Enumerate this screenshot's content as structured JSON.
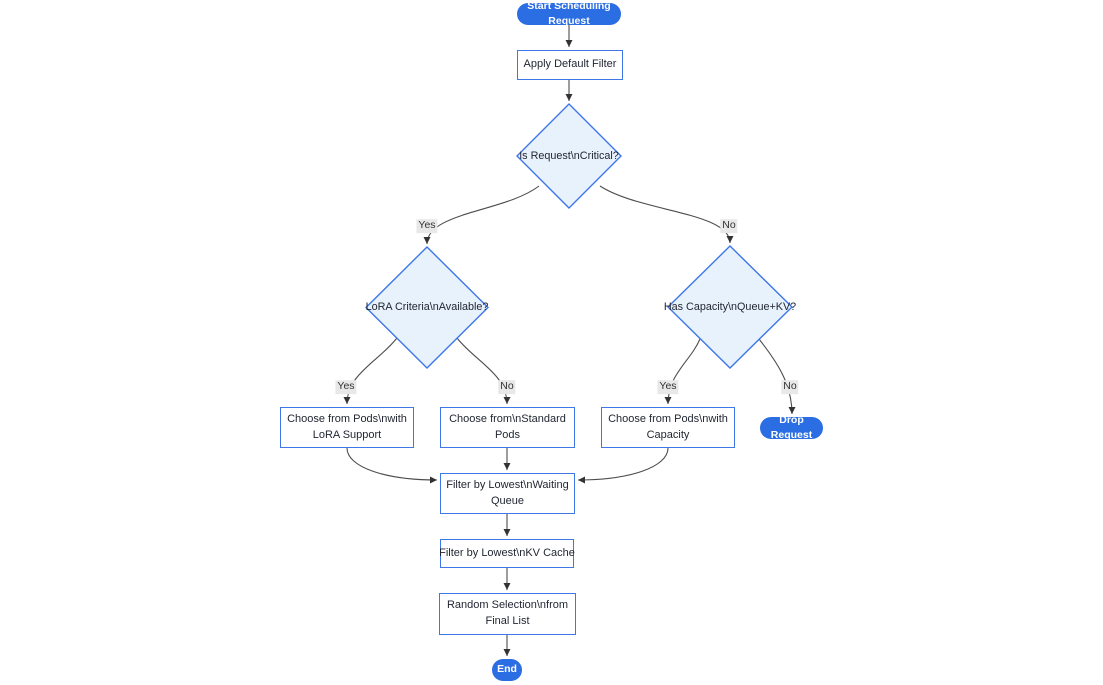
{
  "colors": {
    "pill_fill": "#2b6de2",
    "node_border": "#3d77e8",
    "diamond_fill": "#e8f2fc",
    "node_fill": "#ffffff",
    "edge_color": "#4d4d4d",
    "edge_label_bg": "#e8e8e8",
    "text_color": "#1f2430"
  },
  "nodes": {
    "start": "Start Scheduling Request",
    "apply_filter": "Apply Default Filter",
    "is_critical": "Is Request\\nCritical?",
    "lora_available": "LoRA Criteria\\nAvailable?",
    "has_capacity": "Has Capacity\\nQueue+KV?",
    "choose_lora": "Choose from Pods\\nwith LoRA Support",
    "choose_standard": "Choose from\\nStandard Pods",
    "choose_capacity": "Choose from Pods\\nwith Capacity",
    "drop_request": "Drop Request",
    "filter_waiting": "Filter by Lowest\\nWaiting Queue",
    "filter_kv": "Filter by Lowest\\nKV Cache",
    "random_selection": "Random Selection\\nfrom Final List",
    "end": "End"
  },
  "edge_labels": {
    "critical_yes": "Yes",
    "critical_no": "No",
    "lora_yes": "Yes",
    "lora_no": "No",
    "capacity_yes": "Yes",
    "capacity_no": "No"
  }
}
